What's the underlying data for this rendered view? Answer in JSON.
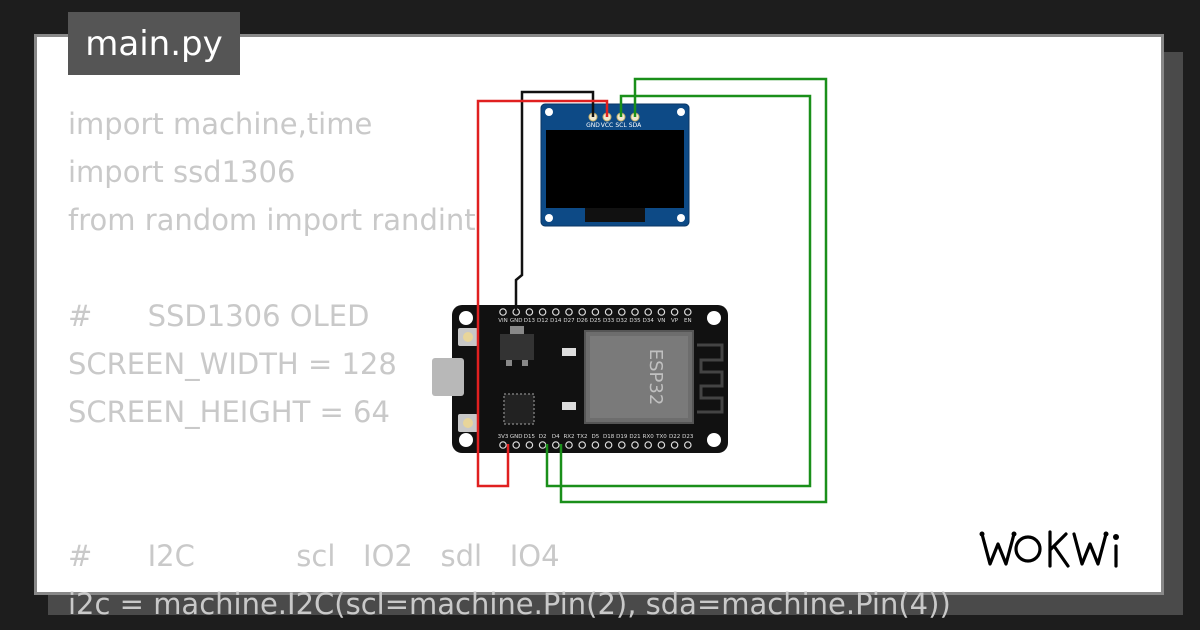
{
  "file_tab": {
    "label": "main.py"
  },
  "code_lines": [
    "import machine,time",
    "import ssd1306",
    "from random import randint",
    "",
    "#      SSD1306 OLED",
    "SCREEN_WIDTH = 128",
    "SCREEN_HEIGHT = 64",
    "",
    "",
    "#      I2C           scl   IO2   sdl   IO4",
    "i2c = machine.I2C(scl=machine.Pin(2), sda=machine.Pin(4))"
  ],
  "oled": {
    "pins": [
      "GND",
      "VCC",
      "SCL",
      "SDA"
    ]
  },
  "esp32": {
    "chip_label": "ESP32",
    "top_pins": [
      "VIN",
      "GND",
      "D13",
      "D12",
      "D14",
      "D27",
      "D26",
      "D25",
      "D33",
      "D32",
      "D35",
      "D34",
      "VN",
      "VP",
      "EN"
    ],
    "bottom_pins": [
      "3V3",
      "GND",
      "D15",
      "D2",
      "D4",
      "RX2",
      "TX2",
      "D5",
      "D18",
      "D19",
      "D21",
      "RX0",
      "TX0",
      "D22",
      "D23"
    ]
  },
  "wire_colors": {
    "power": "#e02020",
    "ground": "#111111",
    "i2c": "#1a8f1a"
  },
  "brand": {
    "logo_text": "WOKWi"
  }
}
